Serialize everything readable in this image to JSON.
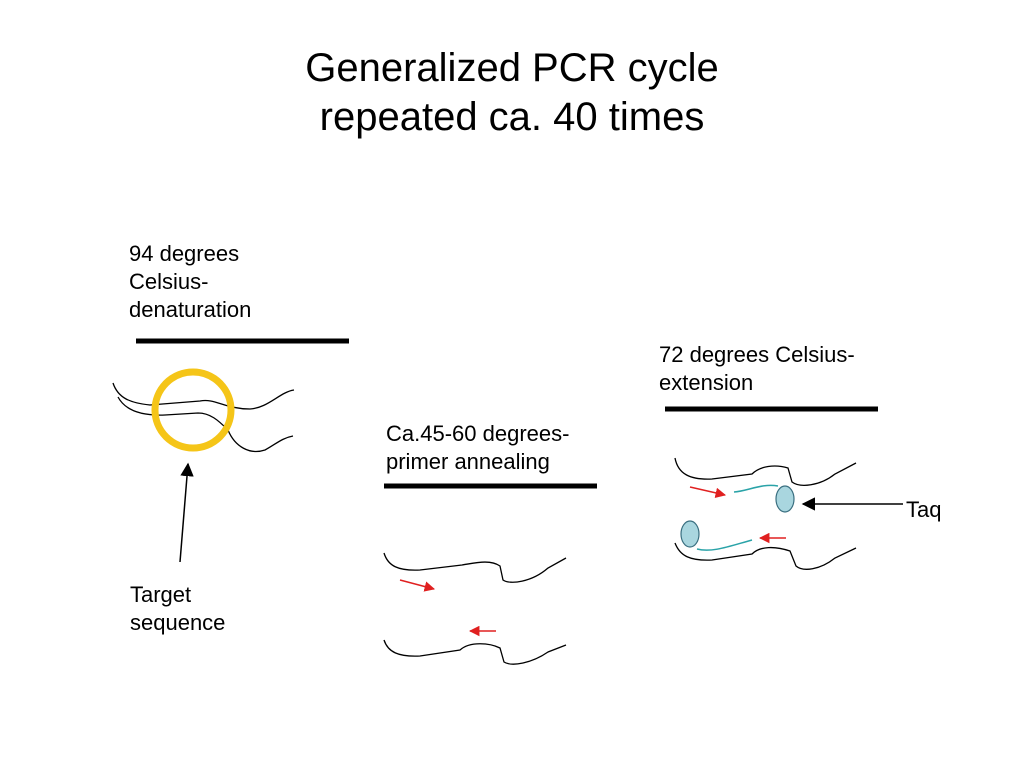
{
  "title": {
    "line1": "Generalized PCR cycle",
    "line2": "repeated ca. 40 times"
  },
  "steps": {
    "denaturation": {
      "line1": "94 degrees",
      "line2": "Celsius-",
      "line3": "denaturation"
    },
    "annealing": {
      "line1": "Ca.45-60 degrees-",
      "line2": "primer annealing"
    },
    "extension": {
      "line1": "72 degrees Celsius-",
      "line2": "extension"
    }
  },
  "target_label": {
    "line1": "Target",
    "line2": "sequence"
  },
  "taq_label": "Taq",
  "colors": {
    "highlight_circle": "#f5c518",
    "primer_arrow": "#e02020",
    "new_strand": "#2aa3a8",
    "taq_fill": "#a9d6df",
    "taq_stroke": "#3a6f80"
  },
  "icons": {
    "target_highlight": "circle",
    "primer": "arrow",
    "taq_polymerase": "ellipse"
  }
}
